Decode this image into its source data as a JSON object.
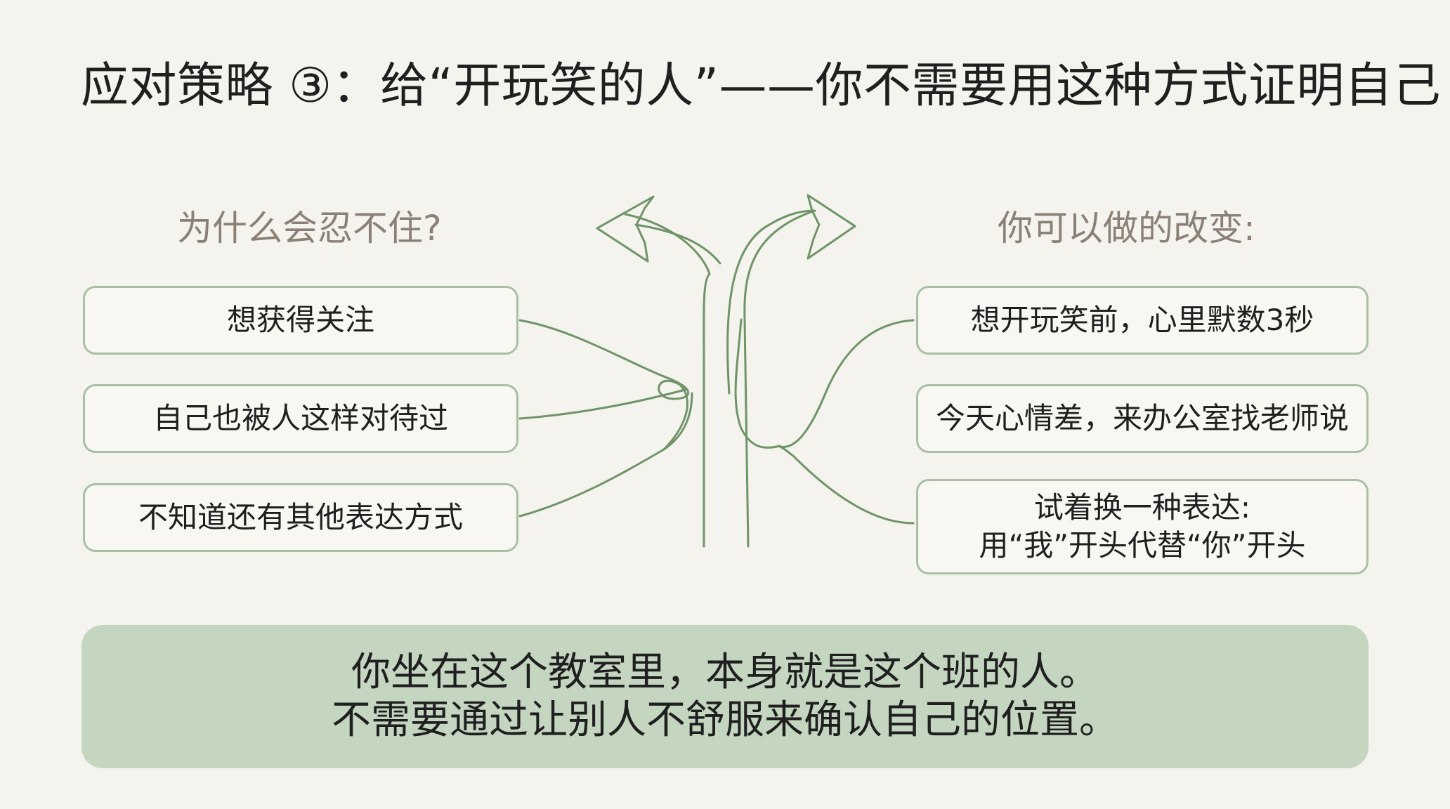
{
  "title": "应对策略 ③：给“开玩笑的人”——你不需要用这种方式证明自己",
  "left_column": {
    "heading": "为什么会忍不住?",
    "items": [
      "想获得关注",
      "自己也被人这样对待过",
      "不知道还有其他表达方式"
    ]
  },
  "right_column": {
    "heading": "你可以做的改变:",
    "items": [
      {
        "line1": "想开玩笑前，心里默数3秒",
        "line2": ""
      },
      {
        "line1": "今天心情差，来办公室找老师说",
        "line2": ""
      },
      {
        "line1": "试着换一种表达:",
        "line2": "用“我”开头代替“你”开头"
      }
    ]
  },
  "banner": {
    "line1": "你坐在这个教室里，本身就是这个班的人。",
    "line2": "不需要通过让别人不舒服来确认自己的位置。"
  },
  "colors": {
    "background": "#f4f3ee",
    "line": "#6f9468",
    "box_border": "#a9bfa3",
    "banner": "#c4d6c0",
    "heading": "#8b8076"
  },
  "icons": [
    "split-arrow-icon"
  ]
}
